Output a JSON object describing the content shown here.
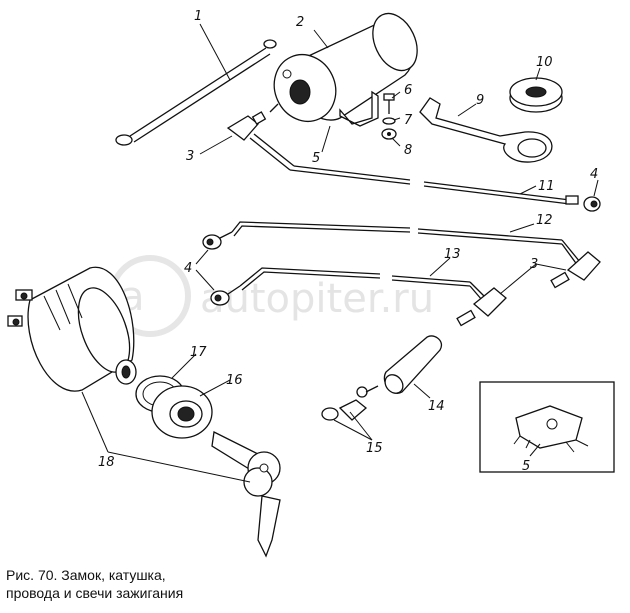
{
  "figure": {
    "caption_line1": "Рис. 70. Замок, катушка,",
    "caption_line2": "провода и свечи зажигания",
    "watermark": "autopiter.ru"
  },
  "callouts": {
    "c1": "1",
    "c2": "2",
    "c3a": "3",
    "c3b": "3",
    "c4a": "4",
    "c4b": "4",
    "c5a": "5",
    "c5b": "5",
    "c6": "6",
    "c7": "7",
    "c8": "8",
    "c9": "9",
    "c10": "10",
    "c11": "11",
    "c12": "12",
    "c13": "13",
    "c14": "14",
    "c15": "15",
    "c16": "16",
    "c17": "17",
    "c18": "18"
  }
}
